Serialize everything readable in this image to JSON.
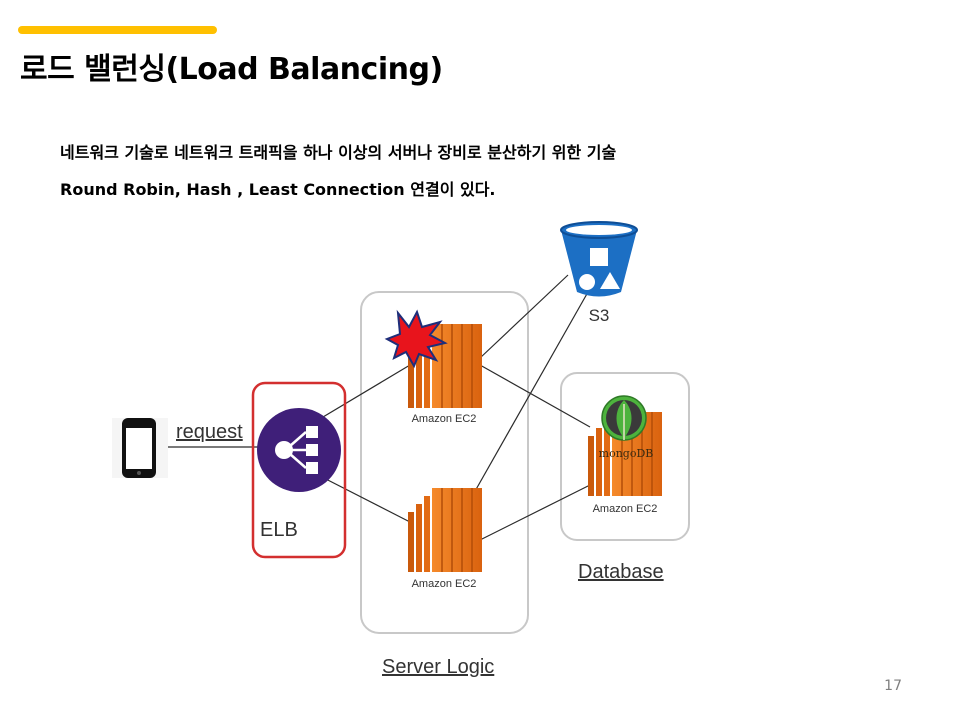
{
  "slide": {
    "title": "로드 밸런싱(Load Balancing)",
    "description_line1": "네트워크 기술로 네트워크 트래픽을 하나 이상의 서버나 장비로 분산하기 위한 기술",
    "description_line2": "Round Robin, Hash , Least Connection 연결이 있다.",
    "page_number": "17",
    "accent_color": "#FFC000"
  },
  "diagram": {
    "request_label": "request",
    "elb_label": "ELB",
    "s3_label": "S3",
    "ec2_top_label": "Amazon EC2",
    "ec2_bottom_label": "Amazon EC2",
    "db_ec2_label": "Amazon EC2",
    "mongodb_label": "mongoDB",
    "database_group_label": "Database",
    "server_group_label": "Server Logic",
    "colors": {
      "ec2_orange": "#E8711A",
      "elb_purple": "#3F1F79",
      "s3_blue": "#1C6FC4",
      "elb_border_red": "#D32F2F",
      "mongodb_green": "#4DB33D",
      "failure_burst_red": "#E8141C"
    }
  }
}
